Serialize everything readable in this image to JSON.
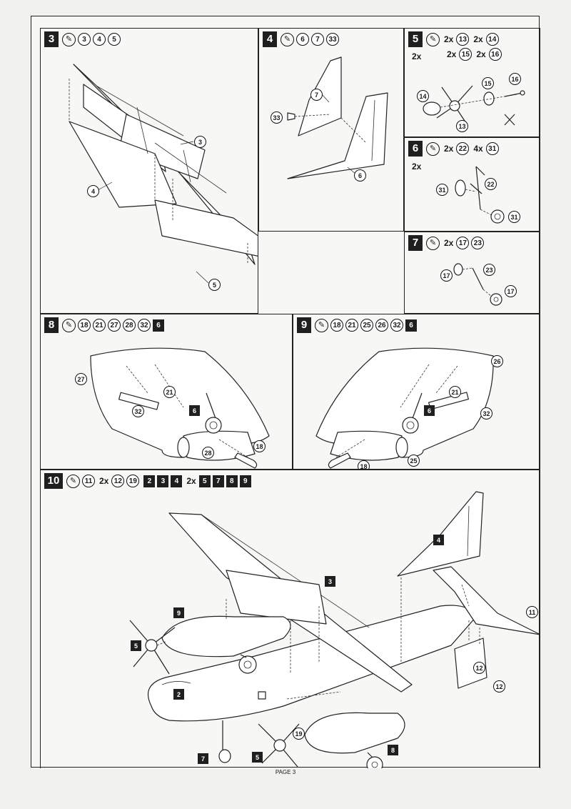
{
  "page": {
    "label": "PAGE 3"
  },
  "steps": [
    {
      "id": "s3",
      "num": "3",
      "parts": [
        "3",
        "4",
        "5"
      ],
      "callouts": [
        "3",
        "4",
        "5"
      ]
    },
    {
      "id": "s4",
      "num": "4",
      "parts": [
        "6",
        "7",
        "33"
      ],
      "callouts": [
        "7",
        "33",
        "6"
      ]
    },
    {
      "id": "s5",
      "num": "5",
      "line1": [
        {
          "mult": "2x",
          "part": "13"
        },
        {
          "mult": "2x",
          "part": "14"
        }
      ],
      "line2": [
        {
          "mult": "2x",
          "part": "15"
        },
        {
          "mult": "2x",
          "part": "16"
        }
      ],
      "sub": "2x",
      "callouts": [
        "14",
        "15",
        "16",
        "13"
      ]
    },
    {
      "id": "s6",
      "num": "6",
      "line1": [
        {
          "mult": "2x",
          "part": "22"
        },
        {
          "mult": "4x",
          "part": "31"
        }
      ],
      "sub": "2x",
      "callouts": [
        "31",
        "22",
        "31"
      ]
    },
    {
      "id": "s7",
      "num": "7",
      "line1": [
        {
          "mult": "2x",
          "part": "17"
        },
        {
          "mult": "",
          "part": "23"
        }
      ],
      "callouts": [
        "17",
        "23",
        "17"
      ]
    },
    {
      "id": "s8",
      "num": "8",
      "parts": [
        "18",
        "21",
        "27",
        "28",
        "32"
      ],
      "ref": "6",
      "callouts": [
        "27",
        "21",
        "32",
        "6",
        "28",
        "18"
      ]
    },
    {
      "id": "s9",
      "num": "9",
      "parts": [
        "18",
        "21",
        "25",
        "26",
        "32"
      ],
      "ref": "6",
      "callouts": [
        "26",
        "21",
        "32",
        "6",
        "18",
        "25"
      ]
    },
    {
      "id": "s10",
      "num": "10",
      "parts": [
        {
          "mult": "",
          "part": "11"
        },
        {
          "mult": "2x",
          "part": "12"
        },
        {
          "mult": "",
          "part": "19"
        }
      ],
      "refs": [
        {
          "mult": "",
          "r": "2"
        },
        {
          "mult": "",
          "r": "3"
        },
        {
          "mult": "",
          "r": "4"
        },
        {
          "mult": "2x",
          "r": "5"
        },
        {
          "mult": "",
          "r": "7"
        },
        {
          "mult": "",
          "r": "8"
        },
        {
          "mult": "",
          "r": "9"
        }
      ],
      "callouts": {
        "c11": "11",
        "c12a": "12",
        "c12b": "12",
        "c19": "19"
      },
      "refcallouts": {
        "r4": "4",
        "r3": "3",
        "r9": "9",
        "r5a": "5",
        "r2": "2",
        "r7": "7",
        "r5b": "5",
        "r8": "8"
      }
    }
  ],
  "icons": {
    "glue": "glue-tube-icon"
  }
}
